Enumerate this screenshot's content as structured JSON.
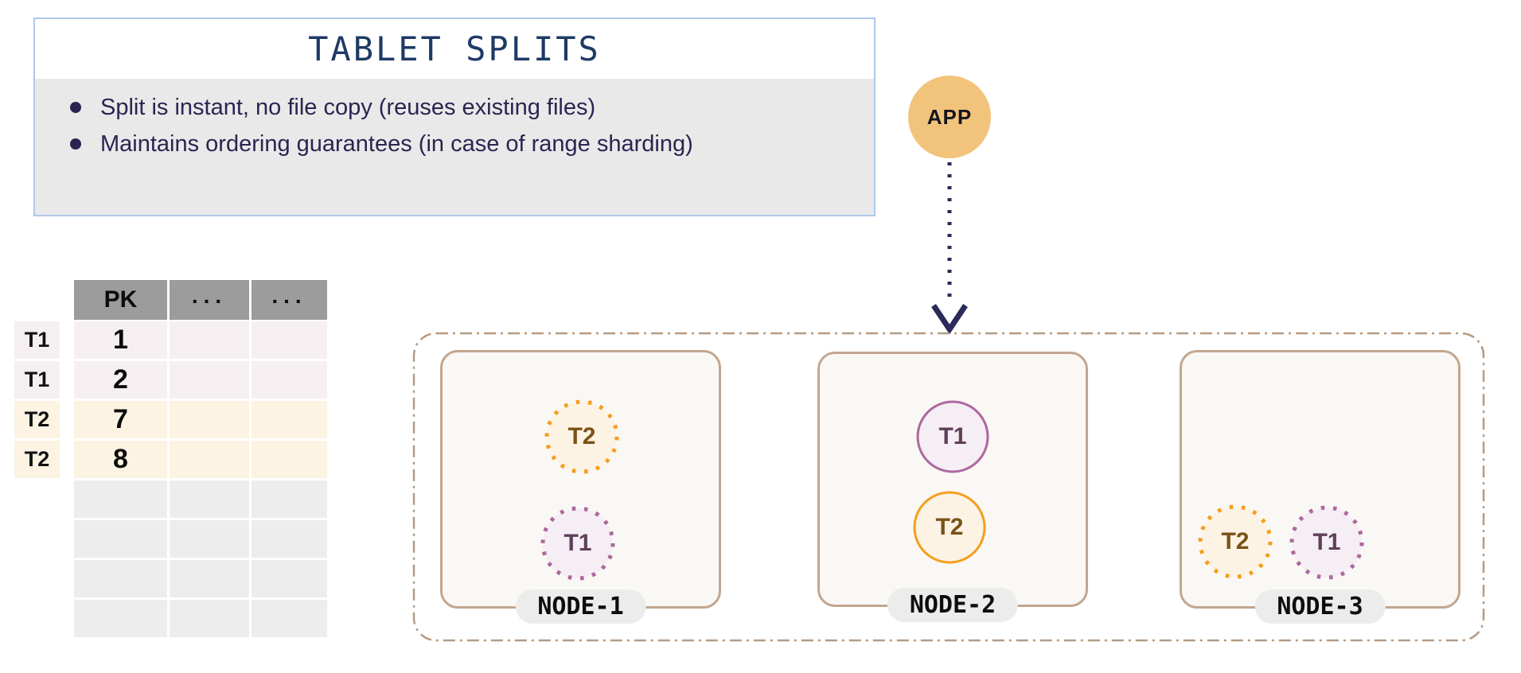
{
  "info_box": {
    "title": "TABLET SPLITS",
    "bullets": [
      "Split is instant, no file copy (reuses existing files)",
      "Maintains ordering guarantees (in case of range sharding)"
    ]
  },
  "app": {
    "label": "APP"
  },
  "table": {
    "headers": [
      "PK",
      "...",
      "..."
    ],
    "rows": [
      {
        "tablet": "T1",
        "pk": "1"
      },
      {
        "tablet": "T1",
        "pk": "2"
      },
      {
        "tablet": "T2",
        "pk": "7"
      },
      {
        "tablet": "T2",
        "pk": "8"
      }
    ],
    "empty_row_count": 4
  },
  "cluster": {
    "nodes": [
      {
        "name": "NODE-1",
        "tablets": [
          {
            "label": "T2",
            "variant": "orange",
            "style": "dotted"
          },
          {
            "label": "T1",
            "variant": "purple",
            "style": "dotted"
          }
        ]
      },
      {
        "name": "NODE-2",
        "tablets": [
          {
            "label": "T1",
            "variant": "purple",
            "style": "solid"
          },
          {
            "label": "T2",
            "variant": "orange",
            "style": "solid"
          }
        ]
      },
      {
        "name": "NODE-3",
        "tablets": [
          {
            "label": "T2",
            "variant": "orange",
            "style": "dotted"
          },
          {
            "label": "T1",
            "variant": "purple",
            "style": "dotted"
          }
        ]
      }
    ]
  },
  "colors": {
    "title_text": "#1e3a66",
    "body_text": "#2a2550",
    "info_border": "#aec9e8",
    "info_body_bg": "#e9e9ea",
    "app_fill": "#f2c37b",
    "arrow": "#2b2a5a",
    "table_header_bg": "#9c9c9c",
    "t1_row_bg": "#f6eff2",
    "t2_row_bg": "#fdf3e3",
    "empty_row_bg": "#ededed",
    "node_border": "#c2a68e",
    "node_fill": "#faf8f5",
    "cluster_border": "#b59a82",
    "pill_bg": "#ececec",
    "tablet_orange": "#f59e1d",
    "tablet_orange_fill": "#fcf3e4",
    "tablet_orange_text": "#7a5216",
    "tablet_purple": "#ad689d",
    "tablet_purple_fill": "#f5eef4",
    "tablet_purple_text": "#5f3f58"
  }
}
